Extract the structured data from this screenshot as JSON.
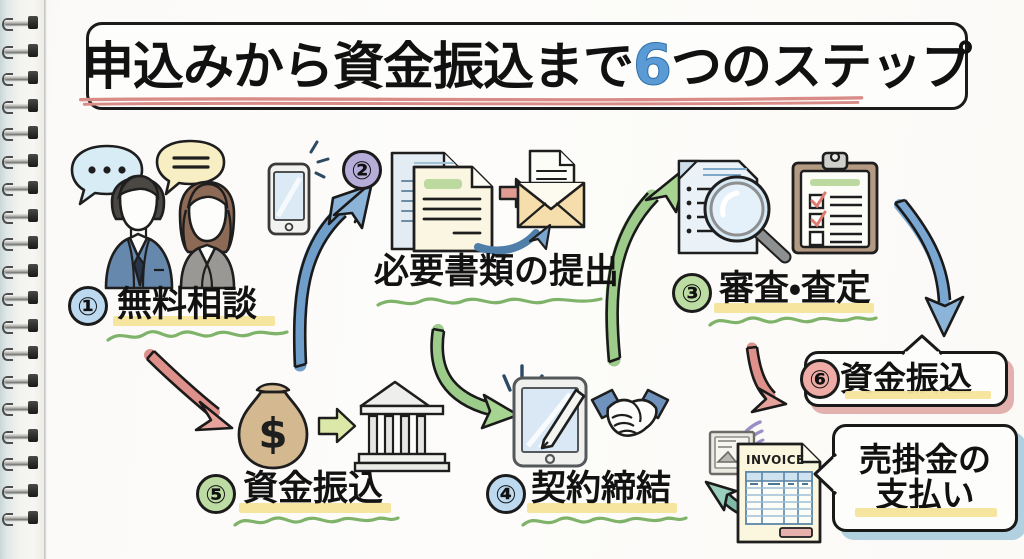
{
  "page": {
    "kind": "hand-drawn infographic on spiral notebook paper",
    "background_color": "#fbfaf7",
    "binding_rings": 19
  },
  "title": {
    "text_before": "申込みから資金振込まで",
    "highlight_number": "6",
    "text_after": "つのステップ",
    "full_text": "申込みから資金振込まで6つのステップ",
    "number_color": "#5b9bd5",
    "underline_color": "#d98c87",
    "box_shadow_color": "#b9aed4"
  },
  "steps": [
    {
      "number": "①",
      "label": "無料相談",
      "circle_color": "#bcd9ef",
      "icons": [
        "speech-bubble-dots-icon",
        "speech-bubble-equals-icon",
        "businessman-icon",
        "businesswoman-icon",
        "smartphone-icon"
      ]
    },
    {
      "number": "②",
      "label": "必要書類の提出",
      "circle_color": "#b6aed8",
      "icons": [
        "documents-icon",
        "red-arrow-icon",
        "envelope-icon",
        "blue-curve-arrow-icon"
      ]
    },
    {
      "number": "③",
      "label": "審査・査定",
      "circle_color": "#bddca4",
      "icons": [
        "document-magnifier-icon",
        "clipboard-checklist-icon"
      ]
    },
    {
      "number": "④",
      "label": "契約締結",
      "circle_color": "#bcd9ef",
      "icons": [
        "tablet-signature-icon",
        "handshake-icon"
      ]
    },
    {
      "number": "⑤",
      "label": "資金振込",
      "circle_color": "#bddca4",
      "icons": [
        "money-bag-icon",
        "green-arrow-icon",
        "bank-building-icon"
      ]
    },
    {
      "number": "⑥",
      "label": "資金振込",
      "circle_color": "#efaca6",
      "icons": [],
      "in_callout": true
    }
  ],
  "callouts": [
    {
      "name": "payment-callout",
      "text": "売掛金の\n支払い",
      "shadow_color": "#a8cbdd"
    }
  ],
  "invoice": {
    "header_text": "INVOICE",
    "icons": [
      "invoice-document-icon",
      "wifi-signal-icon",
      "photo-card-icon",
      "teal-arrow-icon"
    ]
  },
  "connectors": [
    {
      "name": "arrow-1-to-2",
      "color": "#6f9ecb",
      "direction": "up-right"
    },
    {
      "name": "arrow-2-to-3",
      "color": "#9ccb8a",
      "direction": "up-right"
    },
    {
      "name": "arrow-3-to-6",
      "color": "#6f9ecb",
      "direction": "down"
    },
    {
      "name": "arrow-1-to-5",
      "color": "#dd918a",
      "direction": "down-right"
    },
    {
      "name": "arrow-3-to-4",
      "color": "#9ccb8a",
      "direction": "down-right"
    },
    {
      "name": "arrow-6-to-invoice",
      "color": "#dd918a",
      "direction": "down-left"
    },
    {
      "name": "arrow-invoice-to-5",
      "color": "#7fb8a6",
      "direction": "up-left"
    }
  ],
  "accent_colors": {
    "highlight_yellow": "#f5e49a",
    "squiggle_green": "#7fb36a",
    "ink": "#1b1b1b"
  }
}
